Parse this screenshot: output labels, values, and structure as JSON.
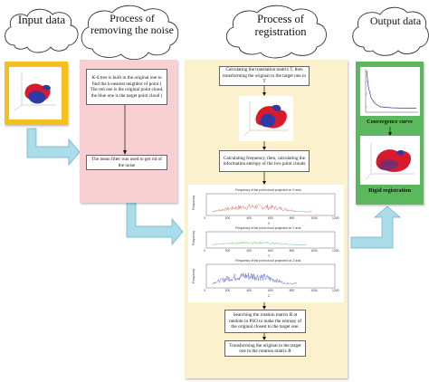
{
  "headers": {
    "input": "Input data",
    "noise": "Process of removing the noise",
    "registration": "Process of registration",
    "output": "Output data"
  },
  "noise_steps": {
    "kd": "K-d tree is built in the original one to find the k-nearest neighbor of point ( The red one is the original point cloud, the blue one is the target point cloud )",
    "mean": "The mean filter was used to get rid of the noise"
  },
  "registration_steps": {
    "translation": "Calculating the translation matrix T, then transforming the original to the target one in T",
    "frequency": "Calculating frequency, then, calculating the information entropy of the two point clouds",
    "rotation": "Searching the rotation matrix R at random in PSO to make the entropy of the original closest to the target one.",
    "transform": "Transforming the original to the target one in the rotation matrix R"
  },
  "output_captions": {
    "convergence": "Convergence curve",
    "rigid": "Rigid registration"
  },
  "plots": {
    "x": {
      "title": "Frequency of the point cloud projected on X axis",
      "axis": "X"
    },
    "y": {
      "title": "Frequency of the point cloud projected on Y axis",
      "axis": "Y"
    },
    "z": {
      "title": "Frequency of the point cloud projected on Z axis",
      "axis": "Z"
    },
    "ylabel": "Frequency",
    "xticks": [
      "0",
      "200",
      "400",
      "600",
      "800",
      "1000",
      "1200"
    ]
  },
  "colors": {
    "input_panel": "#f6c01b",
    "noise_panel": "#f8d0d3",
    "registration_panel": "#fbf1cc",
    "output_panel": "#5cb85c",
    "arrow": "#aadcea",
    "red_cloud": "#d91a2a",
    "blue_cloud": "#2e3aa8",
    "x_signal": "#c0392b",
    "y_signal": "#2e9e3e",
    "z_signal": "#2e3aa8"
  }
}
